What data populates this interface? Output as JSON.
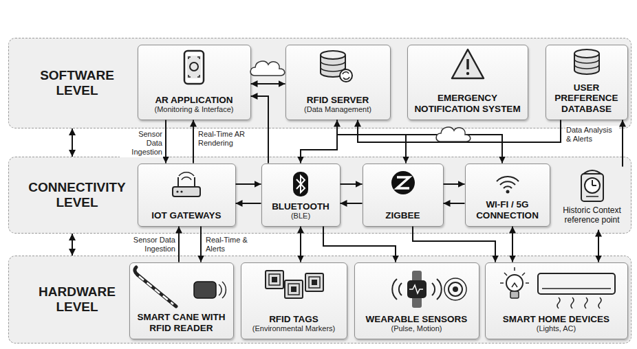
{
  "diagram": {
    "nodes": [
      {
        "text": [
          "SOFTWARE LEVEL"
        ]
      },
      {
        "text": [
          "AR APPLICATION",
          "(Monitoring & Interface)"
        ],
        "in": 0
      },
      {
        "text": [
          "RFID SERVER",
          "(Data Management)"
        ],
        "in": 0
      },
      {
        "text": [
          "EMERGENCY NOTIFICATION SYSTEM"
        ],
        "in": 0
      },
      {
        "text": [
          "USER PREFERENCE DATABASE"
        ],
        "in": 0
      },
      {
        "text": [
          "CONNECTIVITY LEVEL"
        ]
      },
      {
        "text": [
          "IOT GATEWAYS"
        ],
        "in": 5
      },
      {
        "text": [
          "BLUETOOTH",
          "(BLE)"
        ],
        "in": 5
      },
      {
        "text": [
          "ZIGBEE"
        ],
        "in": 5
      },
      {
        "text": [
          "WI-FI / 5G CONNECTION"
        ],
        "in": 5
      },
      {
        "text": [
          "Historic Context reference point"
        ],
        "in": 5
      },
      {
        "text": [
          "HARDWARE LEVEL"
        ]
      },
      {
        "text": [
          "SMART CANE WITH RFID READER"
        ],
        "in": 11
      },
      {
        "text": [
          "RFID TAGS",
          "(Environmental Markers)"
        ],
        "in": 11
      },
      {
        "text": [
          "WEARABLE SENSORS",
          "(Pulse, Motion)"
        ],
        "in": 11
      },
      {
        "text": [
          "SMART HOME DEVICES",
          "(Lights, AC)"
        ],
        "in": 11
      }
    ],
    "edges": [
      {
        "from": 0,
        "to": 5,
        "arrow": "both"
      },
      {
        "from": 5,
        "to": 11,
        "arrow": "both"
      },
      {
        "from": 1,
        "to": 6,
        "arrow": "to",
        "label": "Sensor Data Ingestion"
      },
      {
        "from": 6,
        "to": 1,
        "arrow": "to",
        "label": "Real-Time AR Rendering"
      },
      {
        "from": 12,
        "to": 6,
        "arrow": "to",
        "label": "Sensor Data Ingestion"
      },
      {
        "from": 6,
        "to": 12,
        "arrow": "to",
        "label": "Real-Time & Alerts"
      },
      {
        "from": 6,
        "to": 7,
        "arrow": "to"
      },
      {
        "from": 7,
        "to": 6,
        "arrow": "to"
      },
      {
        "from": 7,
        "to": 8,
        "arrow": "to"
      },
      {
        "from": 8,
        "to": 7,
        "arrow": "to"
      },
      {
        "from": 8,
        "to": 9,
        "arrow": "to"
      },
      {
        "from": 9,
        "to": 8,
        "arrow": "to"
      },
      {
        "from": 1,
        "to": 2,
        "arrow": "both"
      },
      {
        "from": 7,
        "to": 1,
        "arrow": "to"
      },
      {
        "from": 2,
        "to": 7,
        "arrow": "both"
      },
      {
        "from": 2,
        "to": 8,
        "arrow": "to"
      },
      {
        "from": 2,
        "to": 9,
        "arrow": "to"
      },
      {
        "from": 4,
        "to": 2,
        "arrow": "to",
        "label": "Data Analysis & Alerts"
      },
      {
        "from": 10,
        "to": 4,
        "arrow": "to"
      },
      {
        "from": 7,
        "to": 13,
        "arrow": "both"
      },
      {
        "from": 7,
        "to": 14,
        "arrow": "to"
      },
      {
        "from": 8,
        "to": 15,
        "arrow": "to"
      },
      {
        "from": 9,
        "to": 15,
        "arrow": "both"
      },
      {
        "from": 10,
        "to": 15,
        "arrow": "both"
      }
    ]
  }
}
